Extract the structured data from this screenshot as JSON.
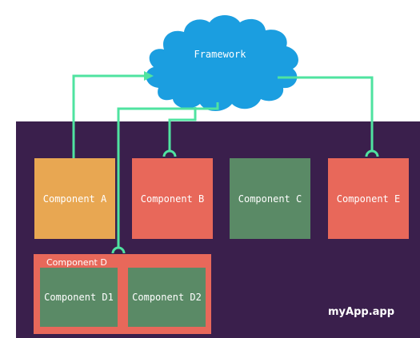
{
  "diagram": {
    "cloud": {
      "label": "Framework",
      "color": "#1b9ee0"
    },
    "app": {
      "label": "myApp.app",
      "background": "#3a1f4c"
    },
    "components": {
      "a": {
        "label": "Component A",
        "color": "#e8a752"
      },
      "b": {
        "label": "Component B",
        "color": "#e8685a"
      },
      "c": {
        "label": "Component C",
        "color": "#5a8a66"
      },
      "e": {
        "label": "Component E",
        "color": "#e8685a"
      },
      "d": {
        "label": "Component D",
        "color": "#e8685a",
        "children": {
          "d1": {
            "label": "Component D1",
            "color": "#5a8a66"
          },
          "d2": {
            "label": "Component D2",
            "color": "#5a8a66"
          }
        }
      }
    },
    "connector_color": "#4fe3a0"
  }
}
